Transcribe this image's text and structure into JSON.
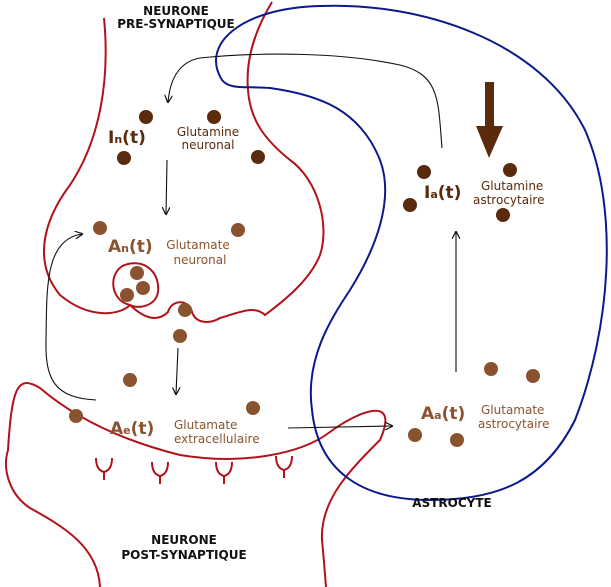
{
  "labels": {
    "pre_line1": "NEURONE",
    "pre_line2": "PRE-SYNAPTIQUE",
    "post_line1": "NEURONE",
    "post_line2": "POST-SYNAPTIQUE",
    "astrocyte": "ASTROCYTE"
  },
  "pools": {
    "In": {
      "letter": "I",
      "sub": "n",
      "suffix": "(t)",
      "desc1": "Glutamine",
      "desc2": "neuronal"
    },
    "An": {
      "letter": "A",
      "sub": "n",
      "suffix": "(t)",
      "desc1": "Glutamate",
      "desc2": "neuronal"
    },
    "Ae": {
      "letter": "A",
      "sub": "e",
      "suffix": "(t)",
      "desc1": "Glutamate",
      "desc2": "extracellulaire"
    },
    "Aa": {
      "letter": "A",
      "sub": "a",
      "suffix": "(t)",
      "desc1": "Glutamate",
      "desc2": "astrocytaire"
    },
    "Ia": {
      "letter": "I",
      "sub": "a",
      "suffix": "(t)",
      "desc1": "Glutamine",
      "desc2": "astrocytaire"
    }
  },
  "colors": {
    "neuron_membrane": "#b0141a",
    "astrocyte_membrane": "#0a1a8c",
    "glutamine_dot": "#5a2a0c",
    "glutamate_dot": "#8a5330",
    "arrow": "#111111",
    "input_arrow": "#5a2a0c"
  }
}
